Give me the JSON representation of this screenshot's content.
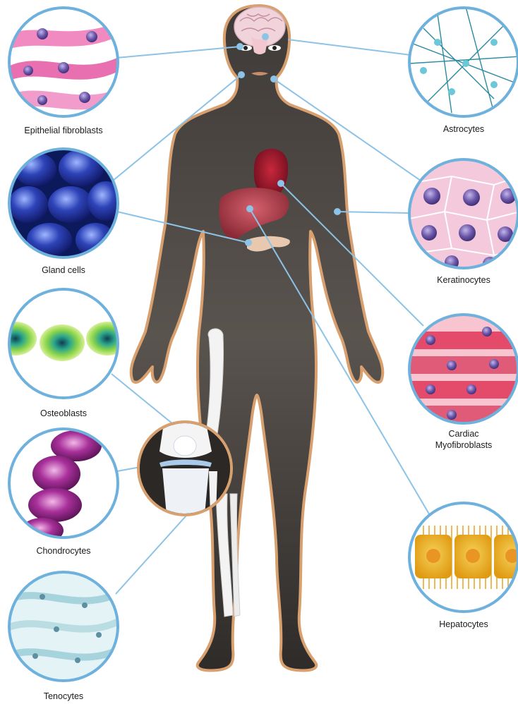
{
  "labels": {
    "epithelial_fibroblasts": "Epithelial fibroblasts",
    "gland_cells": "Gland cells",
    "osteoblasts": "Osteoblasts",
    "chondrocytes": "Chondrocytes",
    "tenocytes": "Tenocytes",
    "astrocytes": "Astrocytes",
    "keratinocytes": "Keratinocytes",
    "cardiac_myofibroblasts": "Cardiac\nMyofibroblasts",
    "hepatocytes": "Hepatocytes"
  },
  "colors": {
    "connector": "#8cc3e6",
    "circle_ring": "#6fb1dd",
    "body_fill": "#4a4541",
    "body_outline": "#d9a06f",
    "bone": "#f3f3f3"
  }
}
